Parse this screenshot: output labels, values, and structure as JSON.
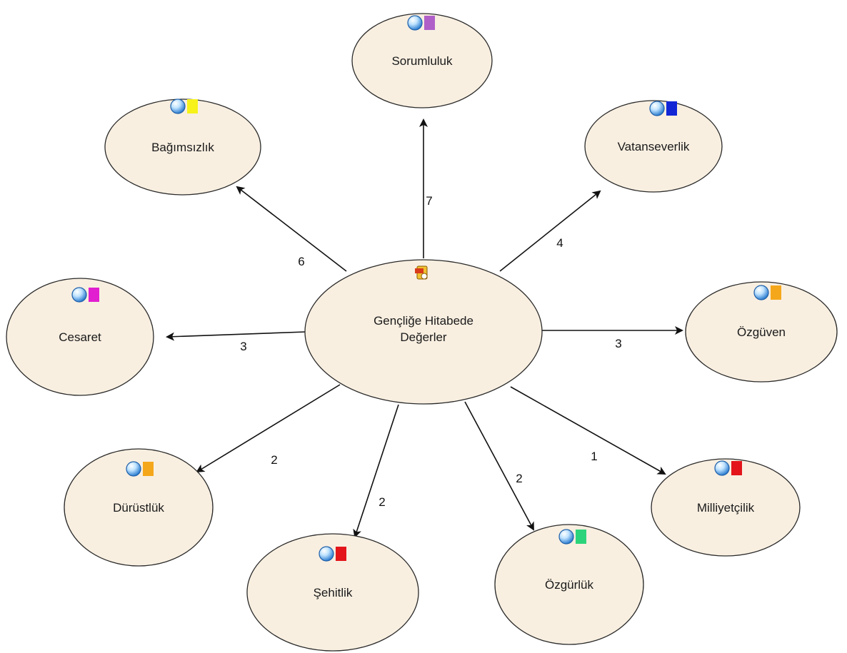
{
  "diagram": {
    "center": {
      "label_line1": "Gençliğe Hitabede",
      "label_line2": "Değerler",
      "icon": "document-attachment-icon"
    },
    "nodes": [
      {
        "id": "sorumluluk",
        "label": "Sorumluluk",
        "tag_color": "#b05fc9",
        "edge_label": "7"
      },
      {
        "id": "vatanseverlik",
        "label": "Vatanseverlik",
        "tag_color": "#1226d6",
        "edge_label": "4"
      },
      {
        "id": "ozguven",
        "label": "Özgüven",
        "tag_color": "#f5a71b",
        "edge_label": "3"
      },
      {
        "id": "milliyetcilik",
        "label": "Milliyetçilik",
        "tag_color": "#e3151a",
        "edge_label": "1"
      },
      {
        "id": "ozgurluk",
        "label": "Özgürlük",
        "tag_color": "#2bd47a",
        "edge_label": "2"
      },
      {
        "id": "sehitlik",
        "label": "Şehitlik",
        "tag_color": "#e3151a",
        "edge_label": "2"
      },
      {
        "id": "durustluk",
        "label": "Dürüstlük",
        "tag_color": "#f5a71b",
        "edge_label": "2"
      },
      {
        "id": "cesaret",
        "label": "Cesaret",
        "tag_color": "#e11fd0",
        "edge_label": "3"
      },
      {
        "id": "bagimsizlik",
        "label": "Bağımsızlık",
        "tag_color": "#f6f21a",
        "edge_label": "6"
      }
    ],
    "style": {
      "node_fill": "#f8efe1",
      "node_stroke": "#2a2a2a",
      "edge_color": "#111111"
    }
  }
}
